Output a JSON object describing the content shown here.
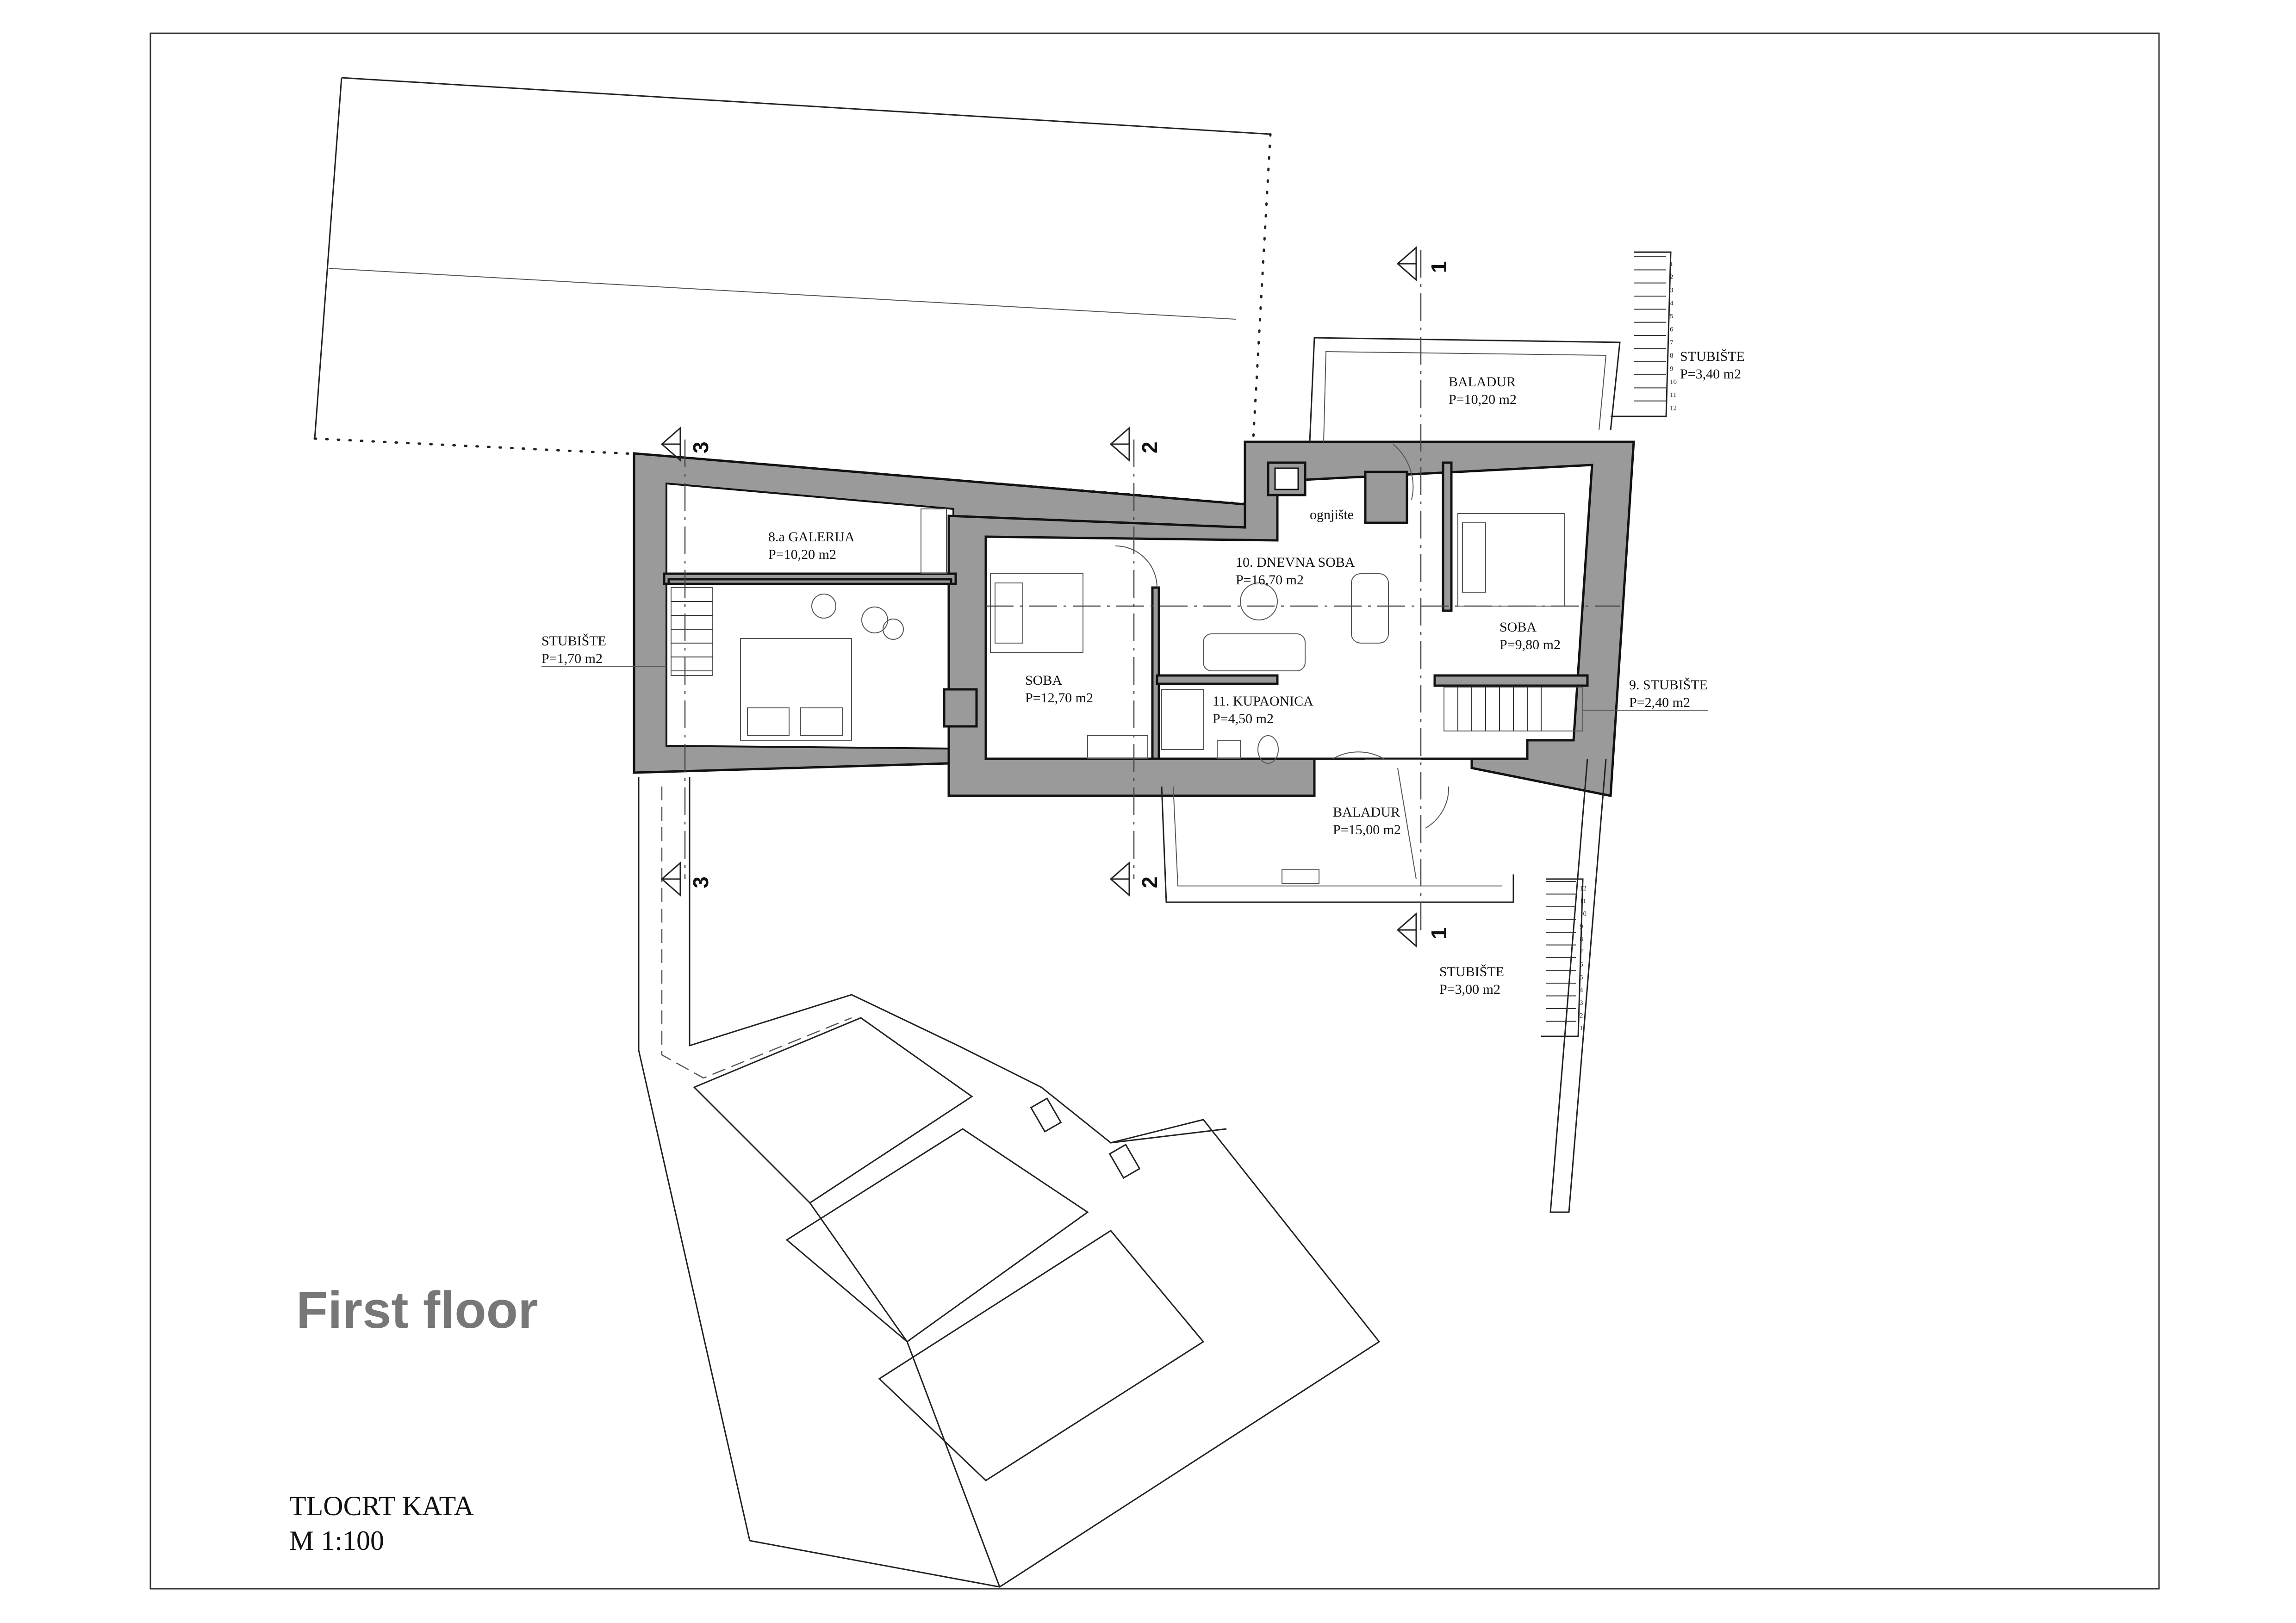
{
  "rooms": {
    "galerija": {
      "name": "8.a GALERIJA",
      "area": "P=10,20 m2"
    },
    "dnevna": {
      "name": "10. DNEVNA SOBA",
      "area": "P=16,70 m2"
    },
    "soba_left": {
      "name": "SOBA",
      "area": "P=12,70 m2"
    },
    "soba_right": {
      "name": "SOBA",
      "area": "P=9,80 m2"
    },
    "kupaonica": {
      "name": "11. KUPAONICA",
      "area": "P=4,50 m2"
    },
    "ognjiste": {
      "name": "ognjište"
    },
    "baladur_top": {
      "name": "BALADUR",
      "area": "P=10,20 m2"
    },
    "baladur_bottom": {
      "name": "BALADUR",
      "area": "P=15,00 m2"
    },
    "stubiste_left": {
      "name": "STUBIŠTE",
      "area": "P=1,70 m2"
    },
    "stubiste_9": {
      "name": "9. STUBIŠTE",
      "area": "P=2,40 m2"
    },
    "stubiste_top_right": {
      "name": "STUBIŠTE",
      "area": "P=3,40 m2"
    },
    "stubiste_bottom_right": {
      "name": "STUBIŠTE",
      "area": "P=3,00 m2"
    }
  },
  "sections": {
    "s1": "1",
    "s2": "2",
    "s3": "3"
  },
  "stair_steps": [
    "1",
    "2",
    "3",
    "4",
    "5",
    "6",
    "7",
    "8",
    "9",
    "10",
    "11",
    "12"
  ],
  "floor_label": "First floor",
  "drawing_title": {
    "line1": "TLOCRT KATA",
    "line2": "M 1:100"
  },
  "colors": {
    "wall_fill": "#9a9a9a",
    "line": "#222222",
    "floor_label": "#777777"
  }
}
